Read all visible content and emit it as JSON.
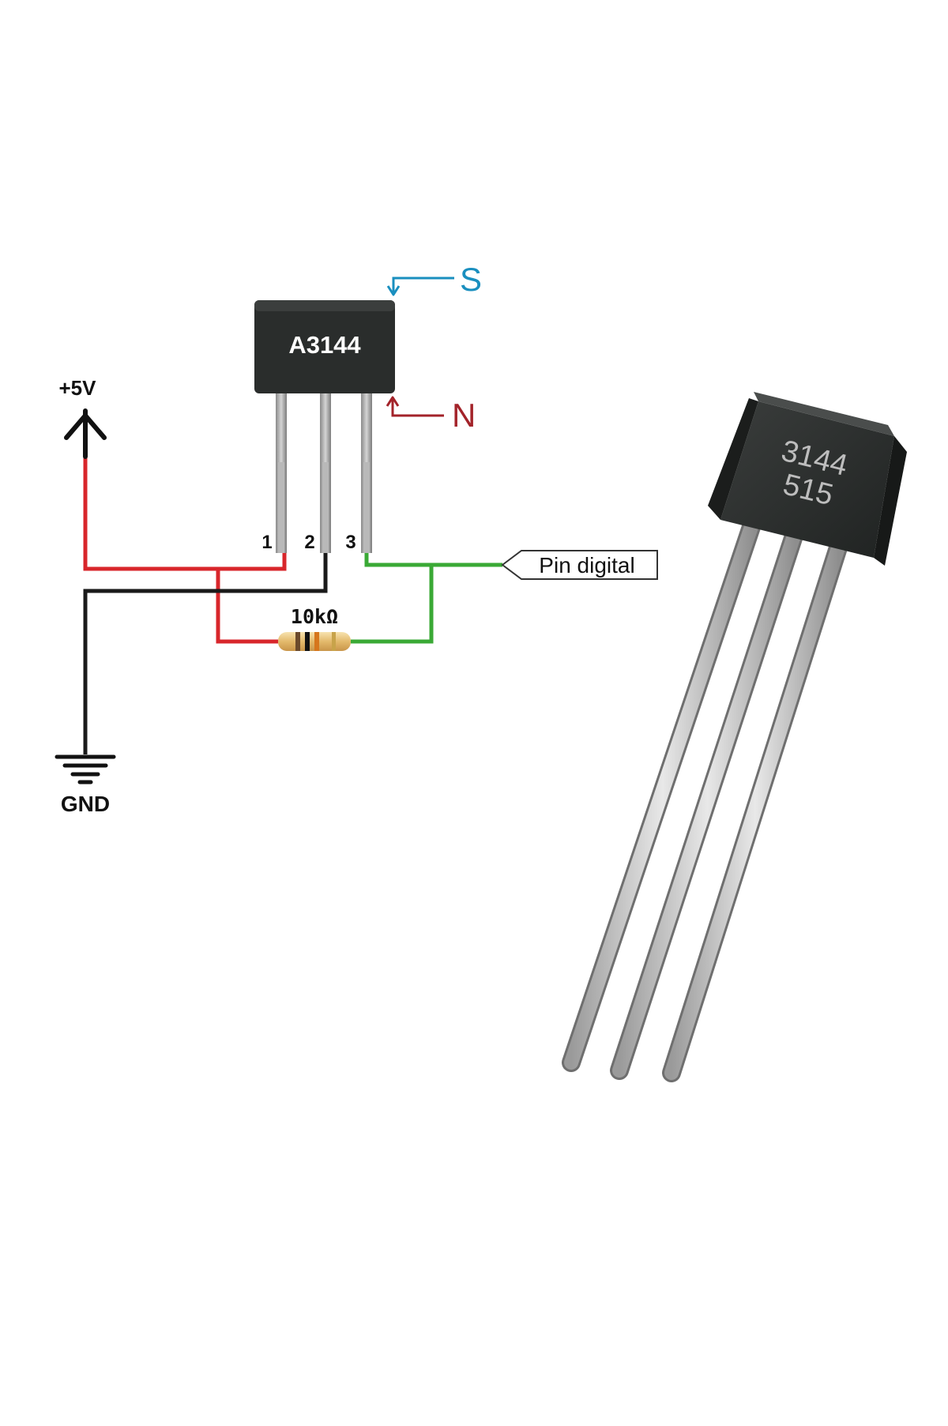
{
  "diagram": {
    "chip_label": "A3144",
    "pole_s": "S",
    "pole_n": "N",
    "supply_label": "+5V",
    "ground_label": "GND",
    "pin_1": "1",
    "pin_2": "2",
    "pin_3": "3",
    "resistor_label": "10kΩ",
    "output_label": "Pin digital"
  },
  "photo": {
    "marking_line_1": "3144",
    "marking_line_2": "515"
  },
  "colors": {
    "vcc_wire": "#d8262b",
    "gnd_wire": "#1a1a1a",
    "signal_wire": "#3aa935",
    "pole_s": "#1a8fbf",
    "pole_n": "#a3232a",
    "chip_body": "#2a2d2c"
  }
}
